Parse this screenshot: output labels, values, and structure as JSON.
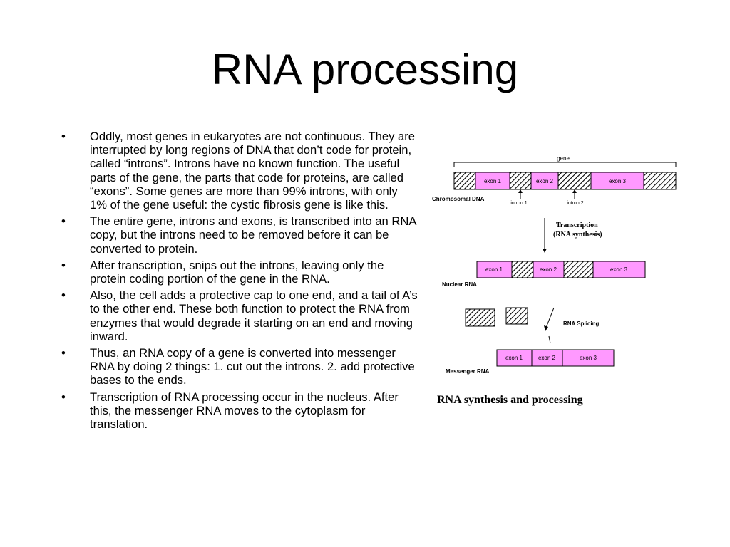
{
  "slide": {
    "title": "RNA processing",
    "bullets": [
      "Oddly, most genes in eukaryotes are not continuous.  They are interrupted by long regions of DNA that don’t code for protein, called “introns”.  Introns have no known function.  The useful parts of the gene, the parts that code for proteins, are called “exons”.  Some genes are more than 99% introns, with only 1% of the gene useful: the cystic fibrosis gene is like this.",
      "The entire gene, introns and exons, is transcribed into an RNA copy, but the introns need to be removed before it can be converted to protein.",
      "After transcription, snips out the introns, leaving only the protein coding portion of the gene in the RNA.",
      "Also, the cell adds a protective cap to one end, and a tail of A’s to the other end.  These both function to protect the RNA from enzymes that would degrade it starting on an end and moving inward.",
      "Thus, an RNA copy of a gene is converted into messenger RNA by doing 2 things: 1. cut out the introns. 2. add protective bases to the ends.",
      "Transcription of RNA processing occur in the nucleus.  After this, the messenger RNA moves to the cytoplasm for translation."
    ],
    "bullet_symbol": "•"
  },
  "diagram": {
    "gene_label": "gene",
    "chromosomal_label": "Chromosomal DNA",
    "intron1_label": "intron 1",
    "intron2_label": "intron 2",
    "exon1_label": "exon 1",
    "exon2_label": "exon 2",
    "exon3_label": "exon 3",
    "transcription_label": "Transcription",
    "rna_synthesis_label": "(RNA synthesis)",
    "nuclear_rna_label": "Nuclear RNA",
    "splicing_label": "RNA Splicing",
    "messenger_rna_label": "Messenger RNA",
    "caption": "RNA synthesis and processing",
    "exon_color": "#ff99ff"
  }
}
